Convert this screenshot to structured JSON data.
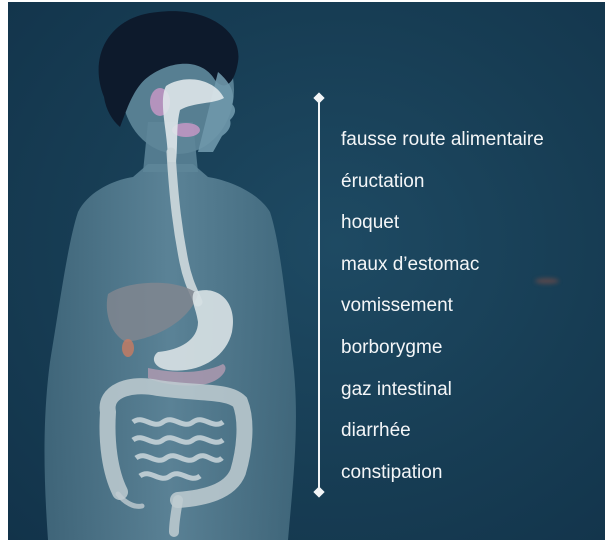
{
  "diagram": {
    "symptoms": [
      "fausse route alimentaire",
      "éructation",
      "hoquet",
      "maux d’estomac",
      "vomissement",
      "borborygme",
      "gaz intestinal",
      "diarrhée",
      "constipation"
    ]
  },
  "colors": {
    "background": "#173d54",
    "text": "#f4f6f8",
    "body": "#6b93a6",
    "hair": "#0d1a2c",
    "organs": "#c9d5d9",
    "gland": "#c496c4"
  }
}
